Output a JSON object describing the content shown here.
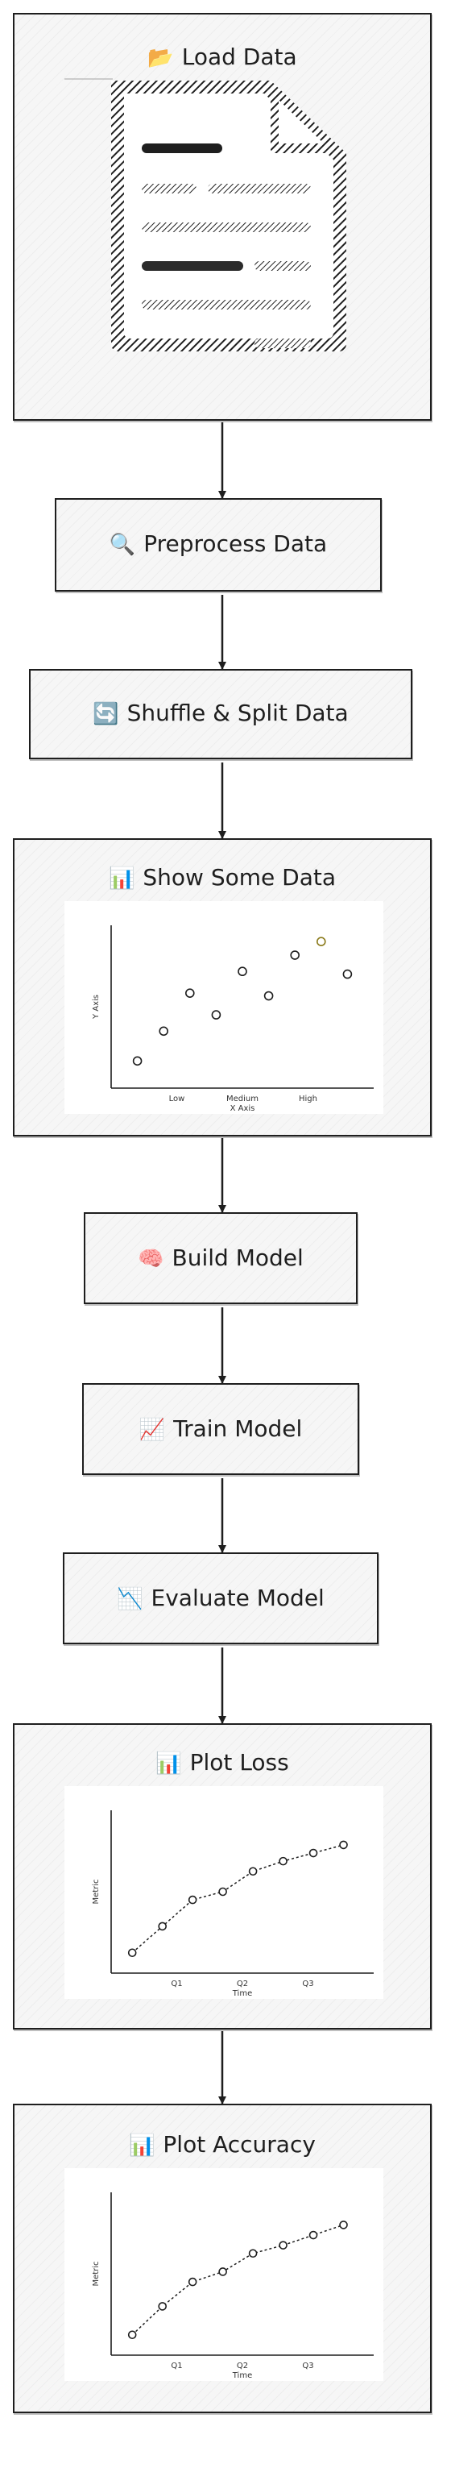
{
  "nodes": {
    "load": {
      "icon": "📂",
      "label": "Load Data"
    },
    "preprocess": {
      "icon": "🔍",
      "label": "Preprocess Data"
    },
    "shuffle": {
      "icon": "🔄",
      "label": "Shuffle & Split Data"
    },
    "show": {
      "icon": "📊",
      "label": "Show Some Data"
    },
    "build": {
      "icon": "🧠",
      "label": "Build Model"
    },
    "train": {
      "icon": "📈",
      "label": "Train Model"
    },
    "evaluate": {
      "icon": "📉",
      "label": "Evaluate Model"
    },
    "plot_loss": {
      "icon": "📊",
      "label": "Plot Loss"
    },
    "plot_accuracy": {
      "icon": "📊",
      "label": "Plot Accuracy"
    }
  },
  "chart_data": [
    {
      "type": "scatter",
      "xlabel": "X Axis",
      "ylabel": "Y Axis",
      "xticks": [
        "Low",
        "Medium",
        "High"
      ],
      "x": [
        1,
        2,
        3,
        4,
        5,
        6,
        7,
        8,
        9
      ],
      "y": [
        1.0,
        2.1,
        3.5,
        2.7,
        4.3,
        3.4,
        4.9,
        5.4,
        4.2
      ],
      "xlim": [
        0,
        10
      ],
      "ylim": [
        0,
        6
      ],
      "grid": false
    },
    {
      "type": "line",
      "xlabel": "Time",
      "ylabel": "Metric",
      "xticks": [
        "Q1",
        "Q2",
        "Q3"
      ],
      "x": [
        1,
        2,
        3,
        4,
        5,
        6,
        7,
        8
      ],
      "y": [
        1.0,
        2.3,
        3.6,
        4.0,
        5.0,
        5.5,
        5.9,
        6.3
      ],
      "xlim": [
        0.3,
        9
      ],
      "ylim": [
        0,
        8
      ],
      "grid": false
    },
    {
      "type": "line",
      "xlabel": "Time",
      "ylabel": "Metric",
      "xticks": [
        "Q1",
        "Q2",
        "Q3"
      ],
      "x": [
        1,
        2,
        3,
        4,
        5,
        6,
        7,
        8
      ],
      "y": [
        1.0,
        2.4,
        3.6,
        4.1,
        5.0,
        5.4,
        5.9,
        6.4
      ],
      "xlim": [
        0.3,
        9
      ],
      "ylim": [
        0,
        8
      ],
      "grid": false
    }
  ]
}
